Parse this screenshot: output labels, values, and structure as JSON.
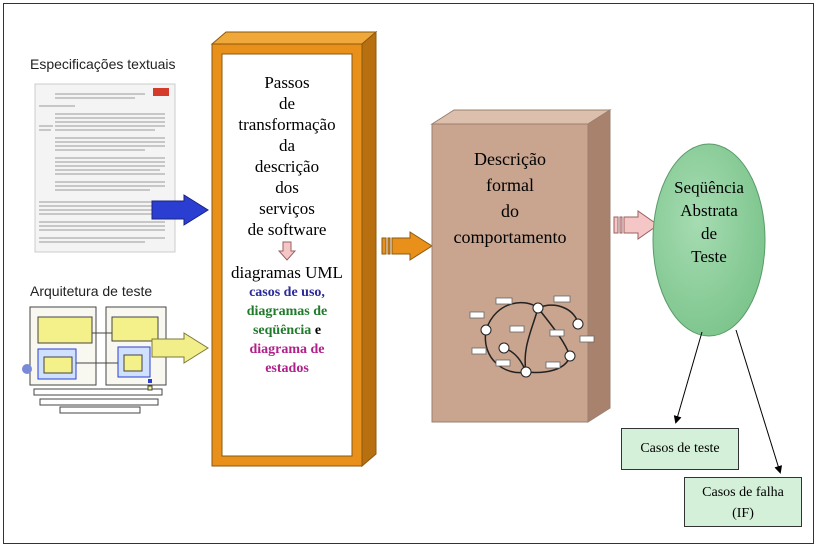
{
  "labels": {
    "spec": "Especificações textuais",
    "arch": "Arquitetura de teste"
  },
  "transform_box": {
    "lines": [
      "Passos",
      "de",
      "transformação",
      "da",
      "descrição",
      "dos",
      "serviços",
      "de software"
    ],
    "uml_title": "diagramas UML",
    "uml_items": [
      {
        "text": "casos de uso,",
        "color": "#2b2b9a"
      },
      {
        "text": "diagramas de",
        "color": "#1f7a2a"
      },
      {
        "text": "seqüência",
        "color": "#1f7a2a"
      },
      {
        "text": "e",
        "color": "#000000"
      },
      {
        "text": "diagrama de",
        "color": "#b0208a"
      },
      {
        "text": "estados",
        "color": "#b0208a"
      }
    ]
  },
  "formal_box": {
    "lines": [
      "Descrição",
      "formal",
      "do",
      "comportamento"
    ]
  },
  "ellipse": {
    "lines": [
      "Seqüência",
      "Abstrata",
      "de",
      "Teste"
    ]
  },
  "outputs": {
    "test_cases": "Casos de teste",
    "fault_cases_line1": "Casos de falha",
    "fault_cases_line2": "(IF)"
  },
  "colors": {
    "orange_box": "#e8901a",
    "formal_box": "#c9a48e",
    "ellipse": "#8fd29f",
    "arrow_blue": "#2a3fd1",
    "arrow_yellow": "#f2ee8a",
    "arrow_orange": "#e8901a",
    "arrow_pink": "#f5c6c6",
    "output_box": "#d4f0d9"
  }
}
